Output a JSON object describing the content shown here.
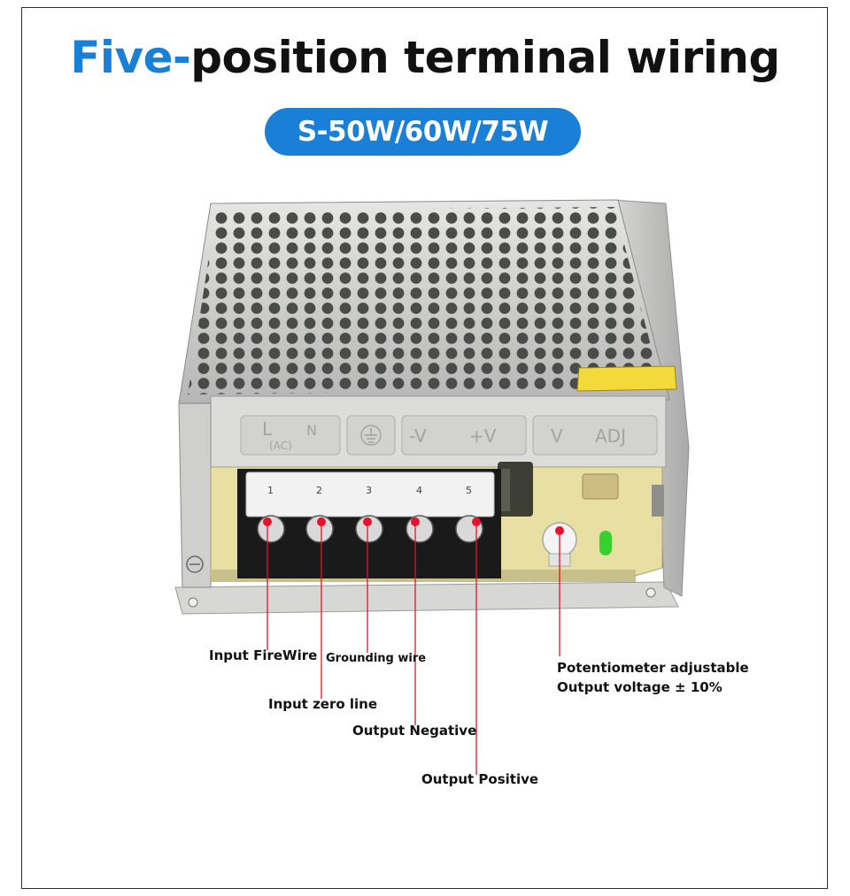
{
  "header": {
    "title_accent": "Five-",
    "title_rest": "position terminal wiring",
    "model_badge": "S-50W/60W/75W"
  },
  "device": {
    "cover_markings": [
      "L",
      "(AC)",
      "N",
      "-V",
      "+V",
      "V",
      "ADJ"
    ],
    "terminal_numbers": [
      "1",
      "2",
      "3",
      "4",
      "5"
    ],
    "colors": {
      "accent": "#1a7fd6",
      "leader_line": "#e8102a",
      "casing": "#c9cacc",
      "pcb": "#e8dfa2",
      "terminal_block": "#1a1a1a",
      "led": "#37d12f"
    }
  },
  "callouts": {
    "input_firewire": "Input FireWire",
    "grounding_wire": "Grounding wire",
    "input_zero_line": "Input zero line",
    "output_negative": "Output Negative",
    "output_positive": "Output Positive",
    "potentiometer_line1": "Potentiometer adjustable",
    "potentiometer_line2": "Output voltage ± 10%"
  }
}
